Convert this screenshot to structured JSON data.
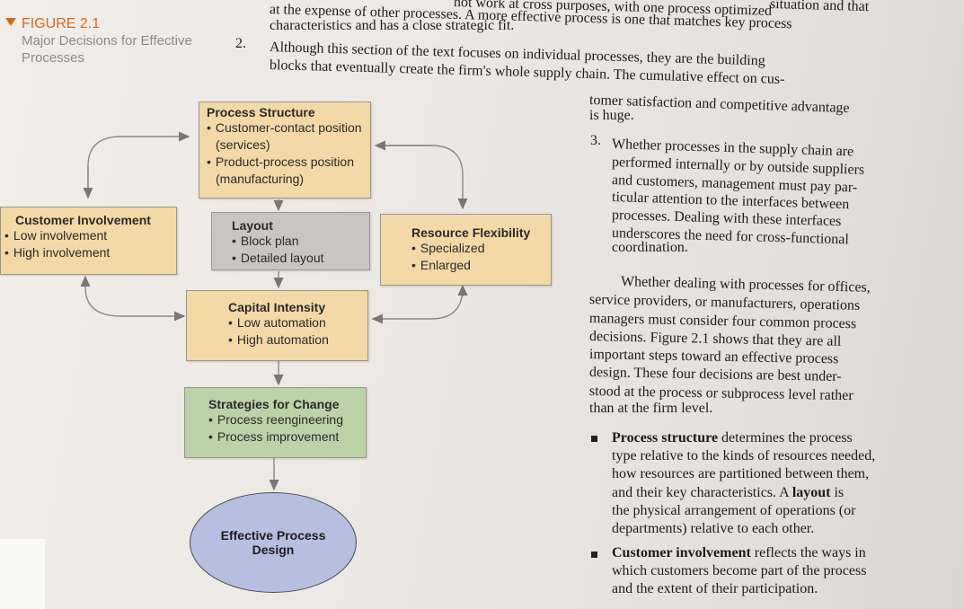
{
  "figure": {
    "label": "FIGURE 2.1",
    "subtitle": "Major Decisions for Effective Processes"
  },
  "diagram": {
    "process_structure": {
      "title": "Process Structure",
      "items": [
        "Customer-contact position",
        "(services)",
        "Product-process position",
        "(manufacturing)"
      ]
    },
    "customer_involvement": {
      "title": "Customer Involvement",
      "items": [
        "Low involvement",
        "High involvement"
      ]
    },
    "layout": {
      "title": "Layout",
      "items": [
        "Block plan",
        "Detailed layout"
      ]
    },
    "resource_flexibility": {
      "title": "Resource Flexibility",
      "items": [
        "Specialized",
        "Enlarged"
      ]
    },
    "capital_intensity": {
      "title": "Capital Intensity",
      "items": [
        "Low automation",
        "High automation"
      ]
    },
    "strategies_for_change": {
      "title": "Strategies for Change",
      "items": [
        "Process reengineering",
        "Process improvement"
      ]
    },
    "effective_process_design": {
      "line1": "Effective Process",
      "line2": "Design"
    }
  },
  "text": {
    "l0": "not work at cross purposes, with one process optimized",
    "l0b": "situation and that",
    "l1": "at the expense of other processes. A more effective process is one that matches key process",
    "l2": "characteristics and has a close strategic fit.",
    "n2": "2.",
    "l3": "Although this section of the text focuses on individual processes, they are the building",
    "l4": "blocks that eventually create the firm's whole supply chain. The cumulative effect on cus-",
    "l5": "tomer satisfaction and competitive advantage",
    "l6": "is huge.",
    "n3": "3.",
    "p3": [
      "Whether processes in the supply chain are",
      "performed internally or by outside suppliers",
      "and customers, management must pay par-",
      "ticular attention to the interfaces between",
      "processes. Dealing with these interfaces",
      "underscores the need for cross-functional",
      "coordination."
    ],
    "para": [
      "Whether dealing with processes for offices,",
      "service providers, or manufacturers, operations",
      "managers must consider four common process",
      "decisions. Figure 2.1 shows that they are all",
      "important steps toward an effective process",
      "design. These four decisions are best under-",
      "stood at the process or subprocess level rather",
      "than at the firm level."
    ],
    "b1_bold1": "Process structure",
    "b1_line1_rest": " determines the process",
    "b1": [
      "type relative to the kinds of resources needed,",
      "how resources are partitioned between them,"
    ],
    "b1_line4_pre": "and their key characteristics. A ",
    "b1_bold2": "layout",
    "b1_line4_post": " is",
    "b1_tail": [
      "the physical arrangement of operations (or",
      "departments) relative to each other."
    ],
    "b2_bold": "Customer involvement",
    "b2_line1_rest": " reflects the ways in",
    "b2": [
      "which customers become part of the process",
      "and the extent of their participation."
    ]
  }
}
